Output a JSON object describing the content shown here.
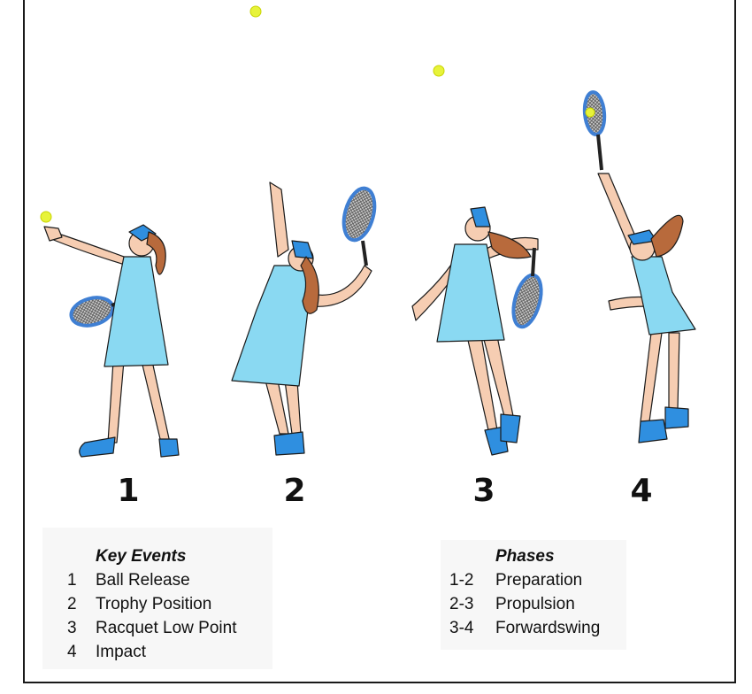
{
  "stages": [
    {
      "number": "1"
    },
    {
      "number": "2"
    },
    {
      "number": "3"
    },
    {
      "number": "4"
    }
  ],
  "key_events": {
    "title": "Key Events",
    "items": [
      {
        "id": "1",
        "label": "Ball Release"
      },
      {
        "id": "2",
        "label": "Trophy Position"
      },
      {
        "id": "3",
        "label": "Racquet Low Point"
      },
      {
        "id": "4",
        "label": "Impact"
      }
    ]
  },
  "phases": {
    "title": "Phases",
    "items": [
      {
        "id": "1-2",
        "label": "Preparation"
      },
      {
        "id": "2-3",
        "label": "Propulsion"
      },
      {
        "id": "3-4",
        "label": "Forwardswing"
      }
    ]
  },
  "colors": {
    "dress": "#8ad9f2",
    "skin": "#f6cdb2",
    "hair": "#b86a3c",
    "shoe": "#2f8fe0",
    "ball": "#e7f33a",
    "racquet": "#3f7fd3"
  }
}
